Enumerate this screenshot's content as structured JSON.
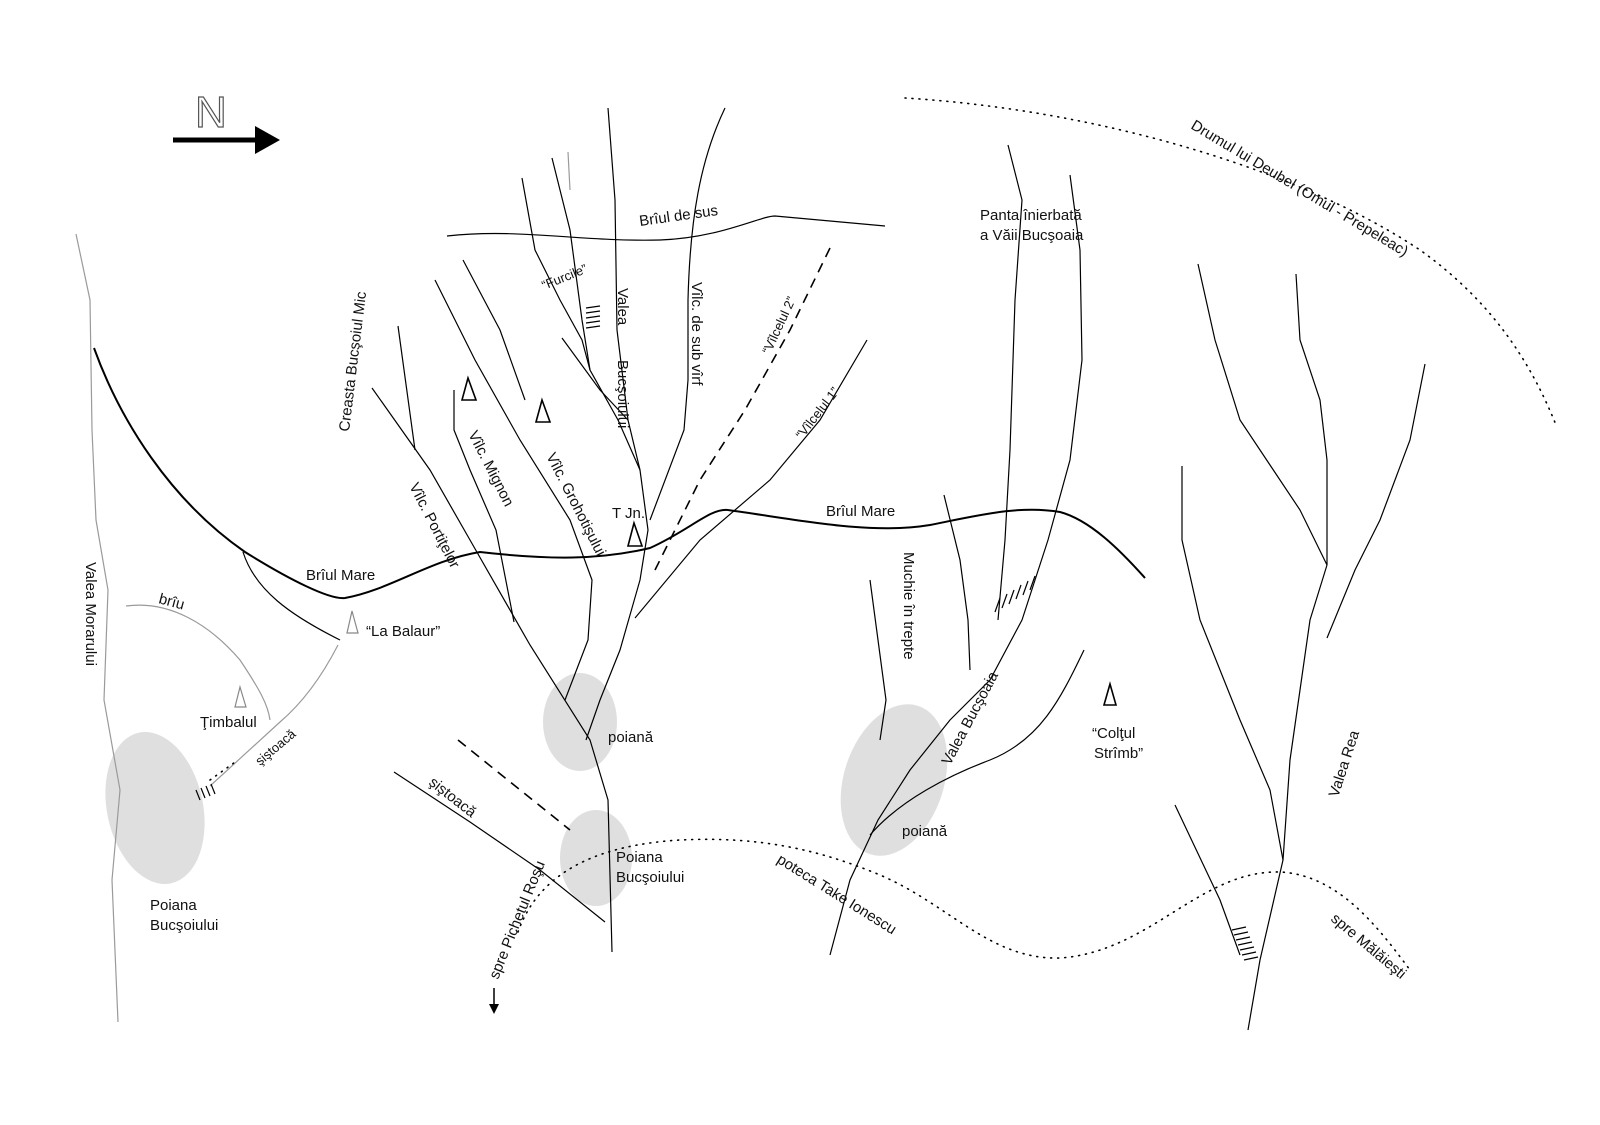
{
  "compass": {
    "letter": "N"
  },
  "labels": {
    "drumul_deubel": "Drumul lui Deubel (Omul - Prepeleac)",
    "brul_de_sus": "Brîul de sus",
    "panta_line1": "Panta înierbată",
    "panta_line2": "a Văii Bucşoaia",
    "creasta": "Creasta  Bucşoiul Mic",
    "furcile": "“Furcile”",
    "valea_bucsoiului_1": "Valea",
    "valea_bucsoiului_2": "Bucşoiului",
    "vilc_sub_virf": "Vîlc. de sub vîrf",
    "vilcelul_2": "“Vîlcelul 2”",
    "vilcelul_1": "“Vîlcelul 1”",
    "vilc_mignon": "Vîlc. Mignon",
    "vilc_grohotisului": "Vîlc. Grohotişului",
    "vilc_portitelor": "Vîlc. Portiţelor",
    "t_jn": "T Jn.",
    "brul_mare_right": "Brîul Mare",
    "brul_mare_left": "Brîul Mare",
    "muchie": "Muchie în trepte",
    "valea_moraruli": "Valea Morarului",
    "briu": "brîu",
    "la_balaur": "“La Balaur”",
    "timbalul": "Ţimbalul",
    "sistoaca_1": "şiştoacă",
    "sistoaca_2": "şiştoacă",
    "poiana_left_1": "Poiana",
    "poiana_left_2": "Bucşoiului",
    "poiana_mid": "poiană",
    "poiana_mid_2a": "Poiana",
    "poiana_mid_2b": "Bucşoiului",
    "spre_pichetul": "spre Pichetul Roşu",
    "poteca": "poteca  Take Ionescu",
    "valea_bucsoaia": "Valea Bucşoaia",
    "poiana_right": "poiană",
    "coltul_1": "“Colţul",
    "coltul_2": "Strîmb”",
    "valea_rea": "Valea Rea",
    "spre_malaiesti": "spre Mălăieşti"
  }
}
